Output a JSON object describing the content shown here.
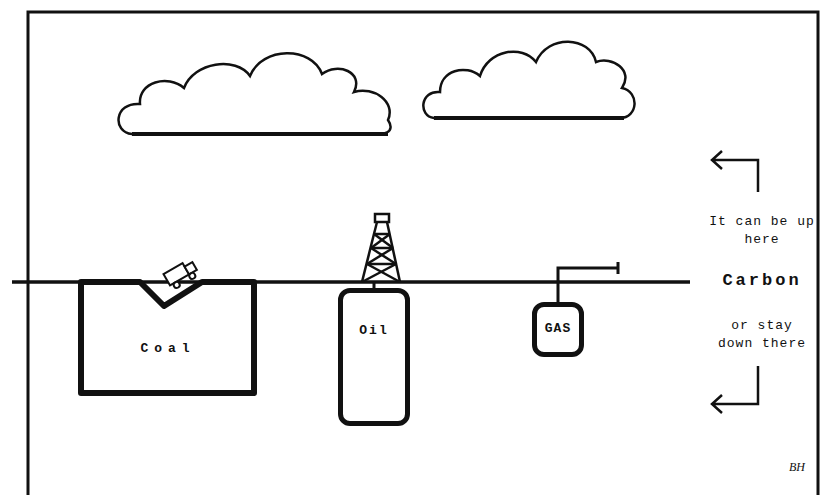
{
  "diagram": {
    "nodes": [
      {
        "text": [
          "Coal"
        ]
      },
      {
        "text": [
          "Oil"
        ]
      },
      {
        "text": [
          "GAS"
        ]
      }
    ],
    "labels": [
      "It can be up here",
      "Carbon",
      "or stay down there",
      "BH"
    ]
  }
}
